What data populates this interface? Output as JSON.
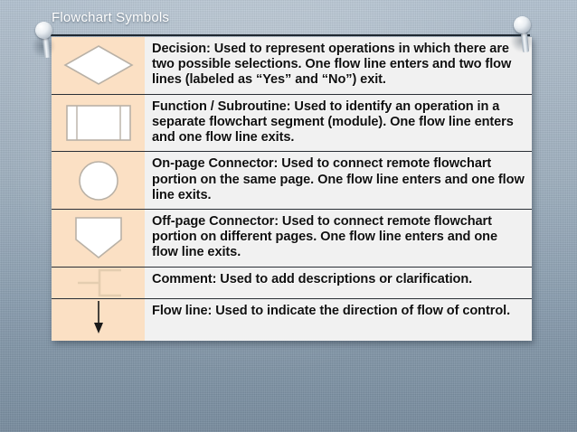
{
  "slide": {
    "title": "Flowchart Symbols",
    "background_color": "#9fb0bf",
    "title_color": "#ffffff",
    "symbol_cell_color": "#fbe0c4",
    "text_cell_color": "#f1f1f1",
    "divider_color": "#2a2f36"
  },
  "decorations": {
    "pin_left_name": "push-pin",
    "pin_right_name": "push-pin"
  },
  "table": {
    "rows": [
      {
        "symbol": "decision-diamond",
        "description": "Decision: Used to represent operations in which there are two possible selections. One flow line enters and two flow lines (labeled as “Yes” and “No”) exit."
      },
      {
        "symbol": "subroutine-rectangle",
        "description": "Function / Subroutine: Used to identify an operation in a separate flowchart segment (module). One flow line enters and one flow line exits."
      },
      {
        "symbol": "on-page-connector-circle",
        "description": "On-page Connector: Used to connect remote flowchart portion on the same page. One flow line enters and one flow line exits."
      },
      {
        "symbol": "off-page-connector-pentagon",
        "description": "Off-page Connector: Used to connect remote flowchart portion on different pages.  One flow line enters and one flow line exits."
      },
      {
        "symbol": "comment-bracket",
        "description": "Comment: Used to add descriptions or clarification."
      },
      {
        "symbol": "flow-line-arrow",
        "description": "Flow line: Used to indicate the direction of flow of control."
      }
    ]
  }
}
